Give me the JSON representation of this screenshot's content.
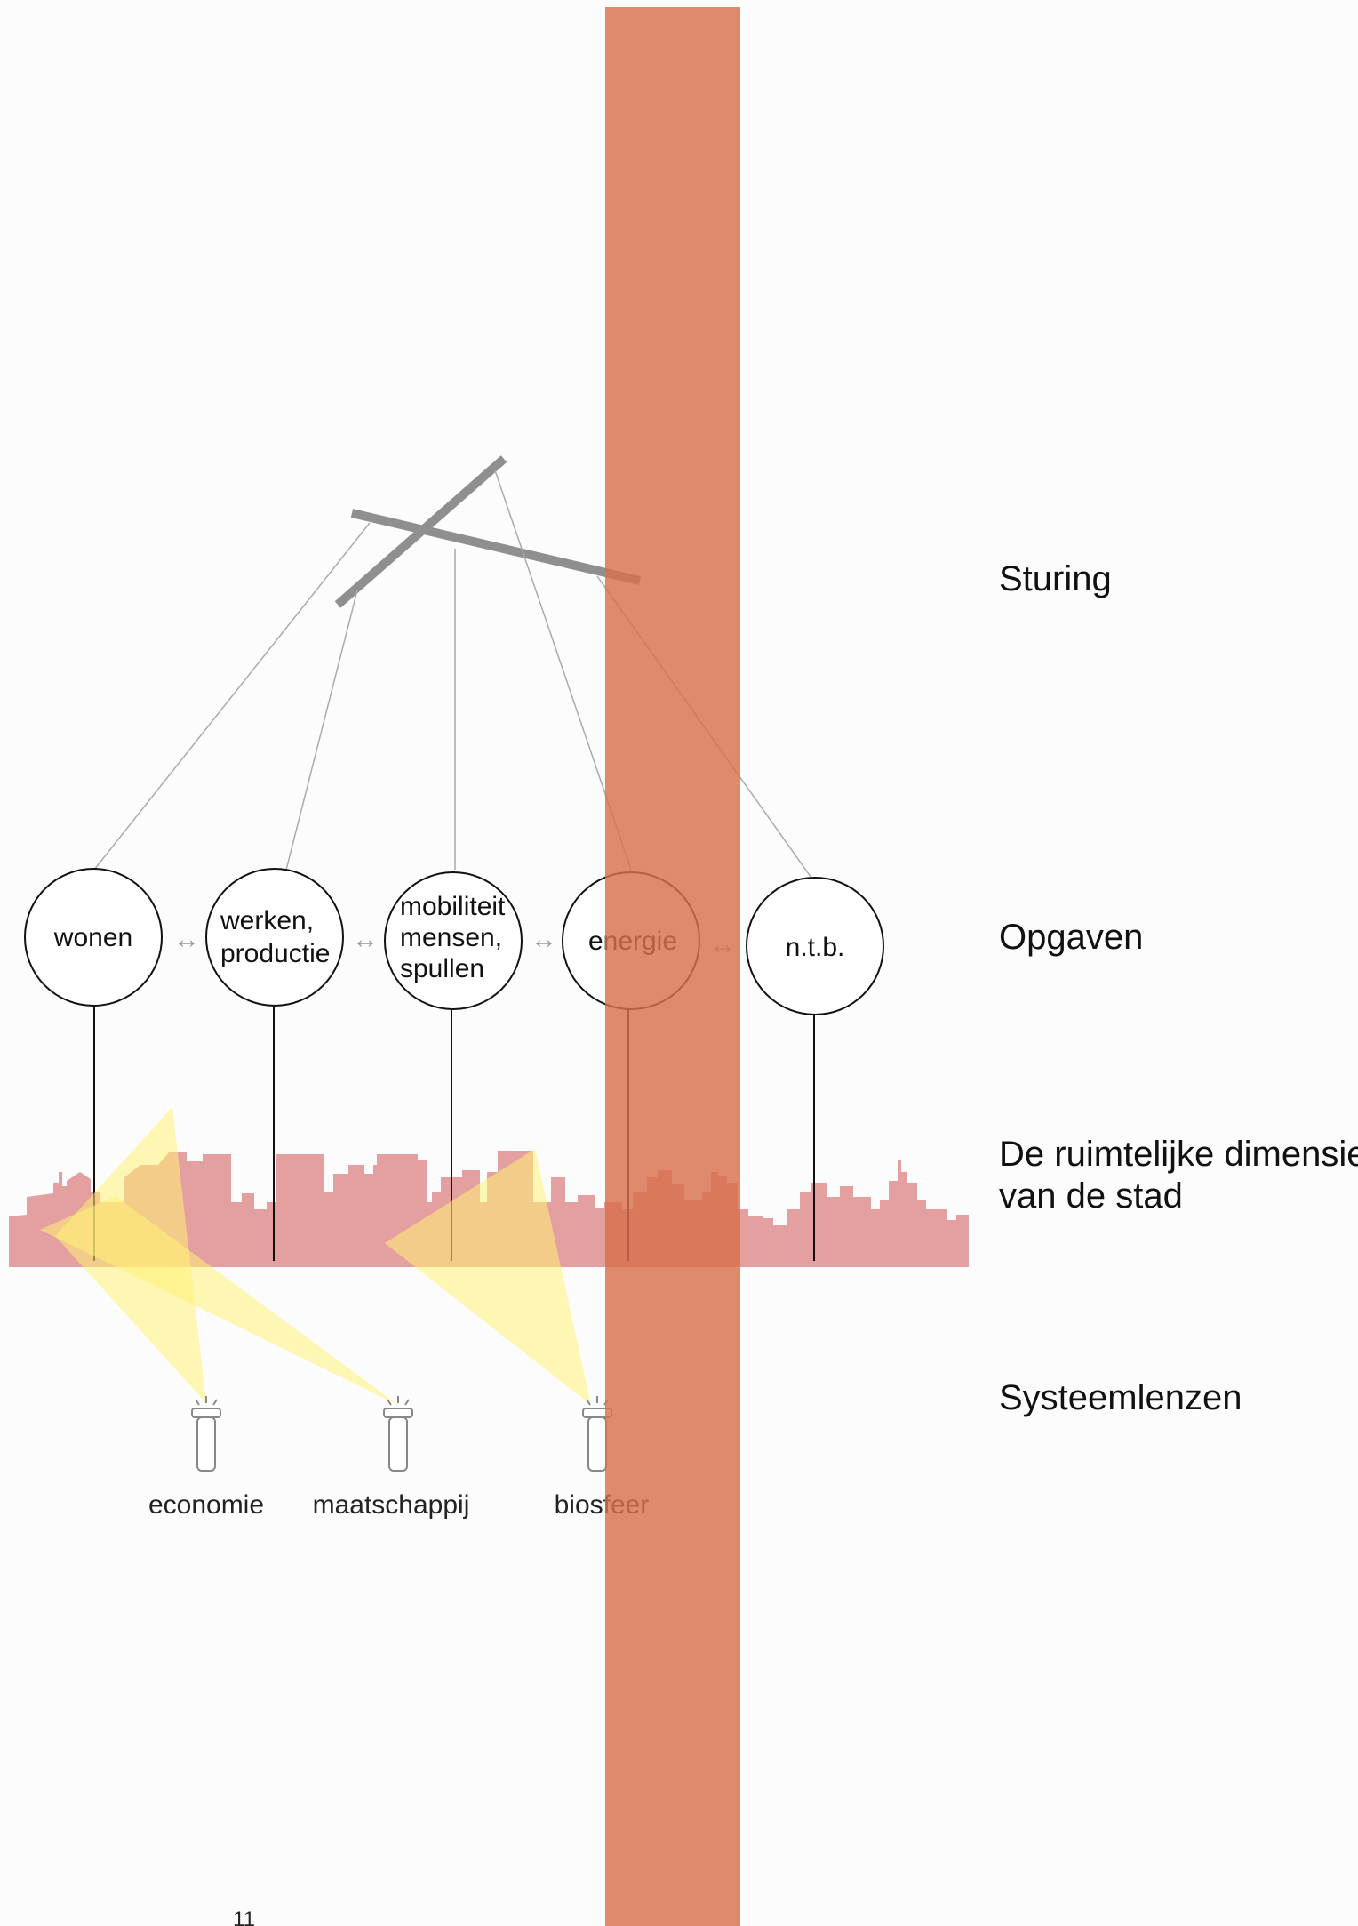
{
  "layers": {
    "sturing": "Sturing",
    "opgaven": "Opgaven",
    "ruimte_line1": "De ruimtelijke dimensie",
    "ruimte_line2": "van de stad",
    "systeemlenzen": "Systeemlenzen"
  },
  "opgaven": [
    {
      "lines": [
        "wonen"
      ]
    },
    {
      "lines": [
        "werken,",
        "productie"
      ]
    },
    {
      "lines": [
        "mobiliteit",
        "mensen,",
        "spullen"
      ]
    },
    {
      "lines": [
        "energie"
      ]
    },
    {
      "lines": [
        "n.t.b."
      ]
    }
  ],
  "connector_glyph": "↔",
  "lenses": [
    "economie",
    "maatschappij",
    "biosfeer"
  ],
  "page_number": "11",
  "colors": {
    "vertical_band": "#d86f4d",
    "skyline": "#e4a0a0",
    "light_beam": "#fff176",
    "mobile_bar": "#8f8f8f"
  }
}
